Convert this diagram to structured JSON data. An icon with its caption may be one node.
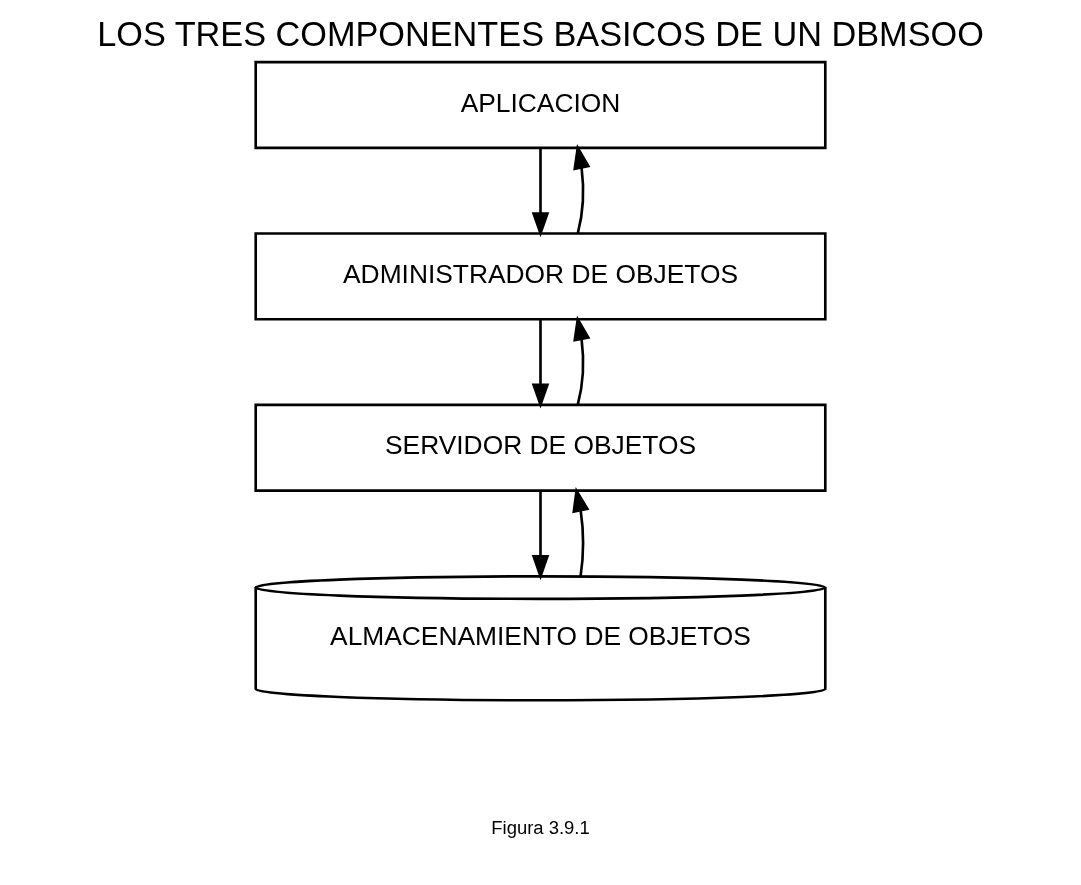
{
  "diagram": {
    "title": "LOS TRES COMPONENTES BASICOS DE UN DBMSOO",
    "caption": "Figura 3.9.1",
    "nodes": [
      {
        "text": [
          "APLICACION"
        ]
      },
      {
        "text": [
          "ADMINISTRADOR DE OBJETOS"
        ]
      },
      {
        "text": [
          "SERVIDOR DE OBJETOS"
        ]
      },
      {
        "text": [
          "ALMACENAMIENTO DE OBJETOS"
        ]
      }
    ],
    "edges": [
      {
        "from": 0,
        "to": 1,
        "arrow": "to"
      },
      {
        "from": 1,
        "to": 0,
        "arrow": "to"
      },
      {
        "from": 1,
        "to": 2,
        "arrow": "to"
      },
      {
        "from": 2,
        "to": 1,
        "arrow": "to"
      },
      {
        "from": 2,
        "to": 3,
        "arrow": "to"
      },
      {
        "from": 3,
        "to": 2,
        "arrow": "to"
      }
    ]
  }
}
